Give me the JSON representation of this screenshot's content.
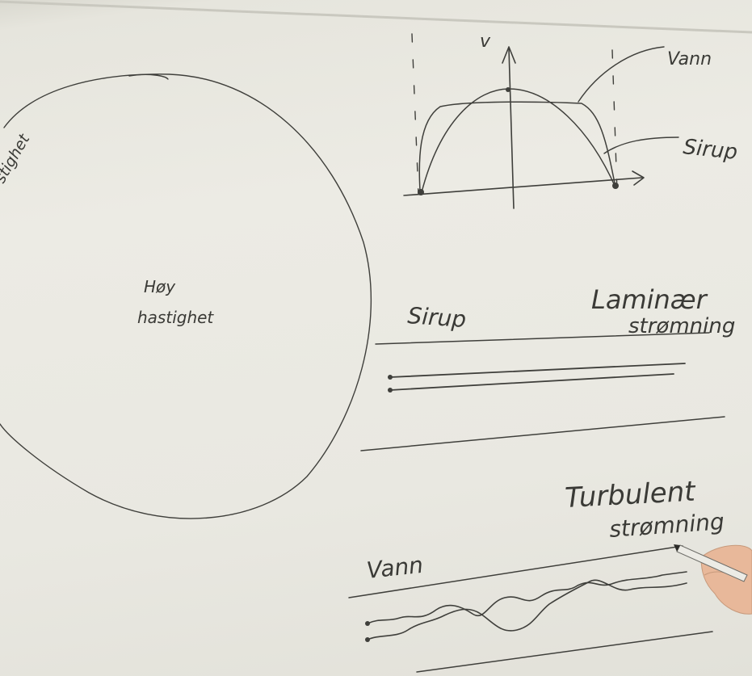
{
  "board": {
    "circle": {
      "top_left_label": "stighet",
      "center_label_line1": "Høy",
      "center_label_line2": "hastighet"
    },
    "velocity_plot": {
      "y_axis_label": "v",
      "label_water": "Vann",
      "label_syrup": "Sirup"
    },
    "laminar": {
      "fluid_label": "Sirup",
      "title_line1": "Laminær",
      "title_line2": "strømning"
    },
    "turbulent": {
      "fluid_label": "Vann",
      "title_line1": "Turbulent",
      "title_line2": "strømning"
    }
  },
  "colors": {
    "whiteboard": "#eae9e2",
    "ink": "#3f3f3b",
    "skin": "#e8b89a"
  },
  "icons": {
    "marker": "marker-icon",
    "hand": "hand-icon"
  }
}
